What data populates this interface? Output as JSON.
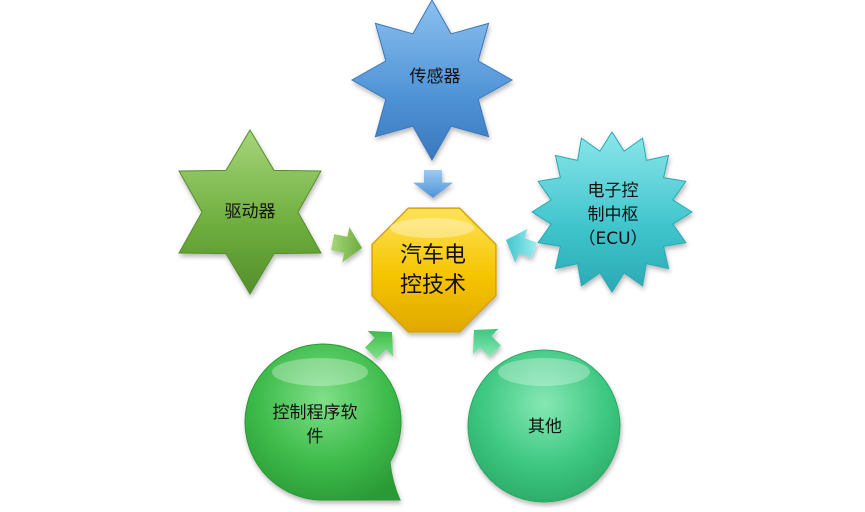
{
  "center": {
    "label": "汽车电\n控技术",
    "color": "#f5c400"
  },
  "nodes": [
    {
      "id": "sensor",
      "label": "传感器",
      "shape": "star-8",
      "color": "#4f93d6"
    },
    {
      "id": "ecu",
      "label": "电子控\n制中枢\n（ECU）",
      "shape": "star-16",
      "color": "#3fc4cc"
    },
    {
      "id": "actuator",
      "label": "驱动器",
      "shape": "star-6",
      "color": "#6cac3c"
    },
    {
      "id": "software",
      "label": "控制程序软\n件",
      "shape": "teardrop-circle",
      "color": "#3dbb4a"
    },
    {
      "id": "other",
      "label": "其他",
      "shape": "circle",
      "color": "#3cc780"
    }
  ]
}
